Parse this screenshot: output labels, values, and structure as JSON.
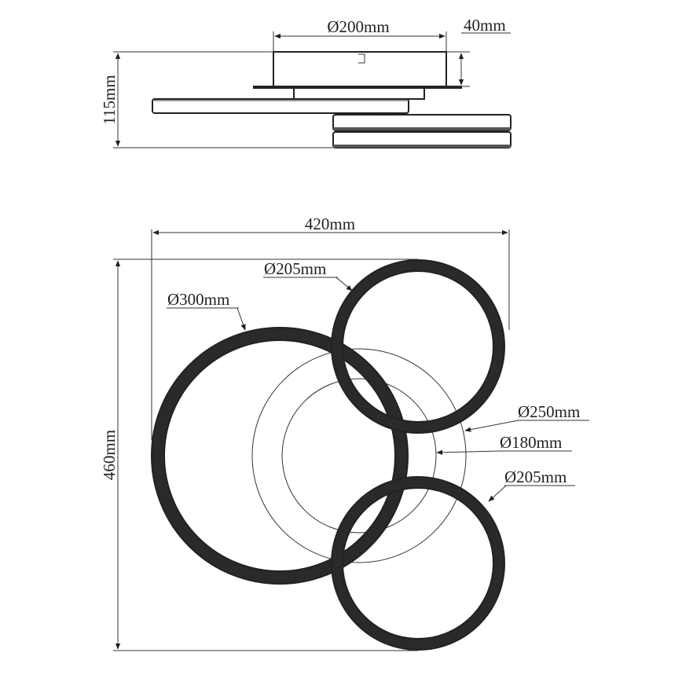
{
  "side_view": {
    "diameter_label": "Ø200mm",
    "height_body_label": "40mm",
    "total_height_label": "115mm"
  },
  "top_view": {
    "width_label": "420mm",
    "height_label": "460mm",
    "small_ring_top_label": "Ø205mm",
    "large_ring_label": "Ø300mm",
    "base_outer_label": "Ø250mm",
    "base_inner_label": "Ø180mm",
    "small_ring_bottom_label": "Ø205mm"
  },
  "colors": {
    "line": "#222222",
    "ring_fill": "#5b5b5b"
  }
}
